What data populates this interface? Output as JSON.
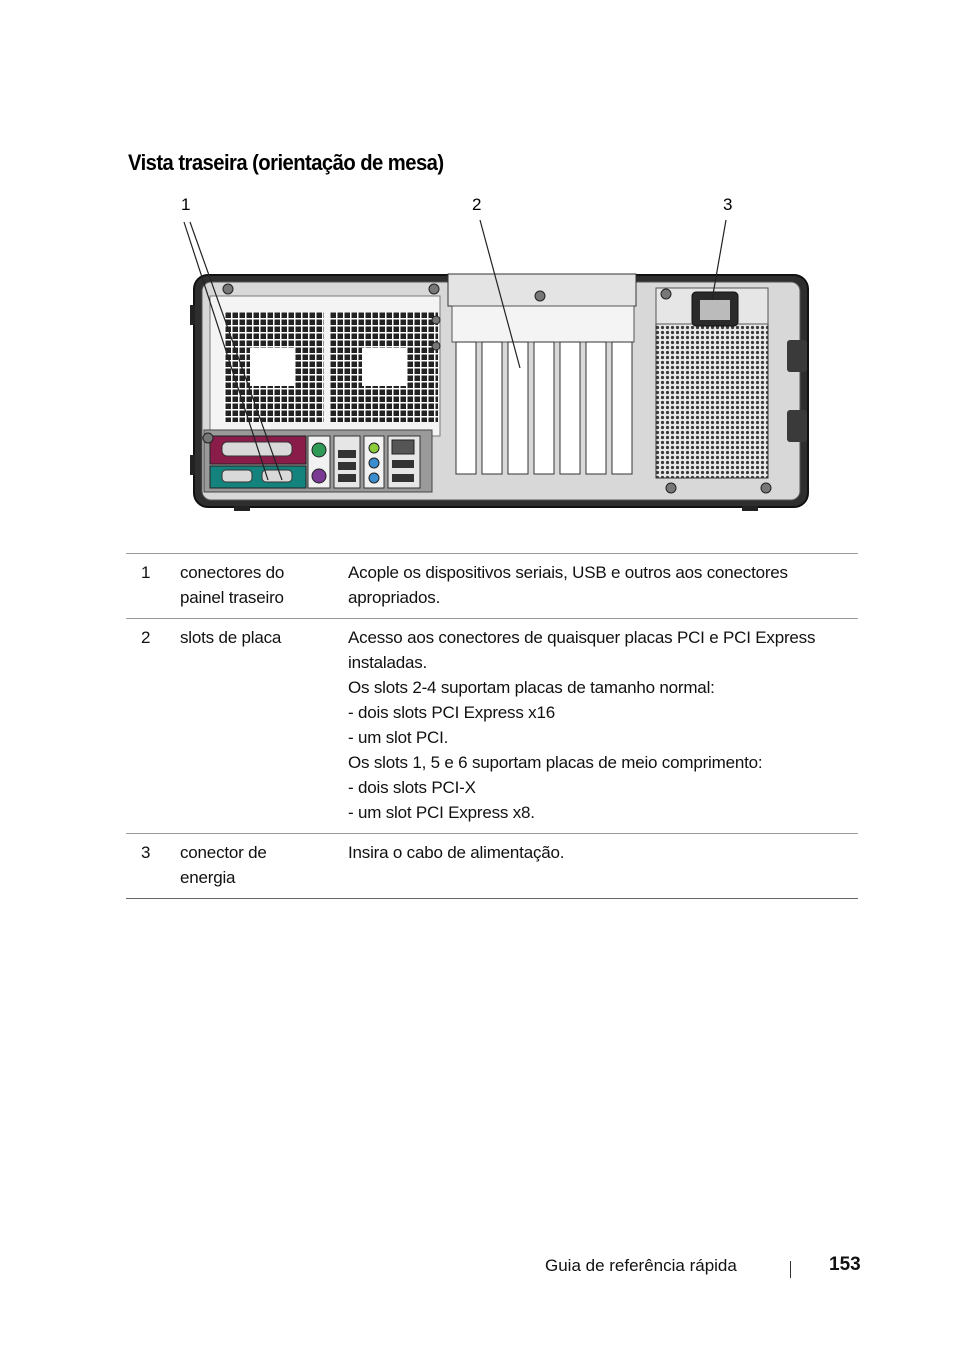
{
  "heading": "Vista traseira (orientação de mesa)",
  "callouts": [
    "1",
    "2",
    "3"
  ],
  "figure": {
    "icons": [
      "serial-port-icon",
      "parallel-port-icon",
      "ps2-port-icon",
      "usb-port-icon",
      "audio-jack-icon",
      "network-port-icon",
      "power-connector-icon",
      "fan-grille-icon",
      "screw-icon"
    ]
  },
  "legend": [
    {
      "num": "1",
      "name": [
        "conectores do",
        "painel traseiro"
      ],
      "description": [
        "Acople os dispositivos seriais, USB e outros aos conectores",
        "apropriados."
      ]
    },
    {
      "num": "2",
      "name": [
        "slots de placa"
      ],
      "description": [
        "Acesso aos conectores de quaisquer placas PCI e PCI Express",
        "instaladas.",
        "Os slots 2-4 suportam placas de tamanho normal:",
        "- dois slots PCI Express x16",
        "- um slot PCI.",
        "Os slots 1, 5 e 6 suportam placas de meio comprimento:",
        "- dois slots PCI-X",
        "- um slot PCI Express x8."
      ]
    },
    {
      "num": "3",
      "name": [
        "conector de",
        "energia"
      ],
      "description": [
        "Insira o cabo de alimentação."
      ]
    }
  ],
  "footer": {
    "title": "Guia de referência rápida",
    "page": "153"
  }
}
